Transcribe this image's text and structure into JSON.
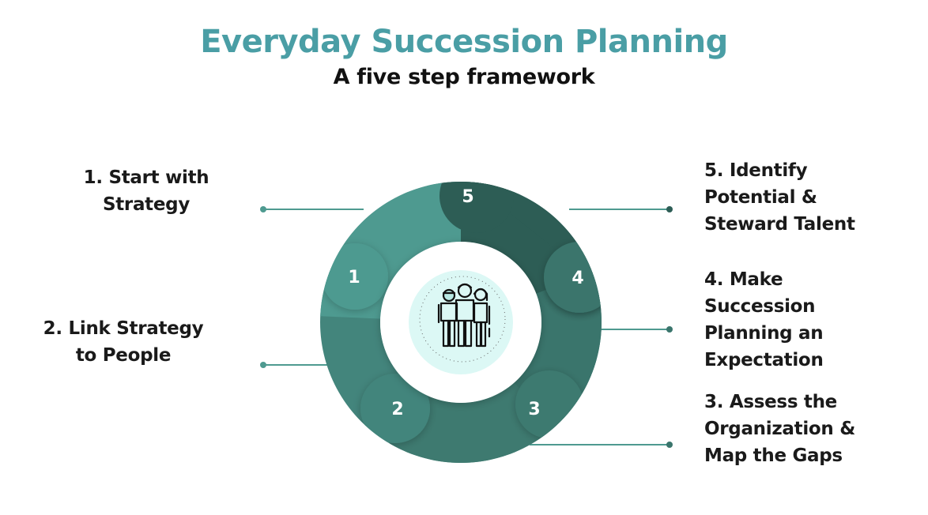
{
  "header": {
    "title": "Everyday Succession Planning",
    "subtitle": "A five step framework"
  },
  "colors": {
    "title": "#4a9ea5",
    "segment_1": "#4e9a90",
    "segment_2": "#43857c",
    "segment_3": "#3e7a70",
    "segment_4": "#3a756c",
    "segment_5": "#2d5d55",
    "connector": "#4e9a90",
    "center_circle": "#dcf8f5"
  },
  "center": {
    "icon": "people-group-icon"
  },
  "steps": [
    {
      "number": "1",
      "lines": [
        "1. Start with",
        "Strategy"
      ]
    },
    {
      "number": "2",
      "lines": [
        "2. Link Strategy",
        "to People"
      ]
    },
    {
      "number": "3",
      "lines": [
        "3. Assess the",
        "Organization &",
        "Map the Gaps"
      ]
    },
    {
      "number": "4",
      "lines": [
        "4. Make",
        "Succession",
        "Planning an",
        "Expectation"
      ]
    },
    {
      "number": "5",
      "lines": [
        "5. Identify",
        "Potential &",
        "Steward Talent"
      ]
    }
  ]
}
